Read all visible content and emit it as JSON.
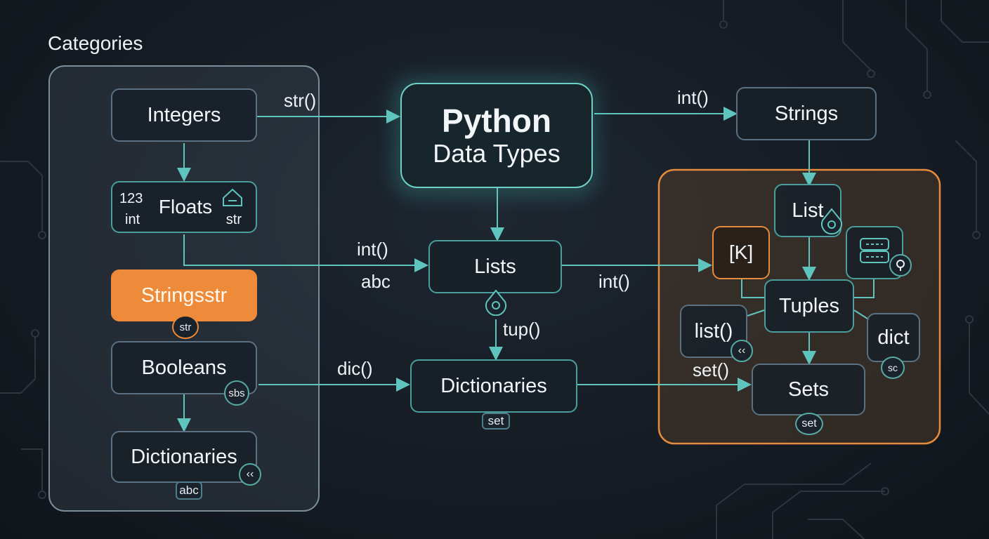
{
  "categories_title": "Categories",
  "center": {
    "line1": "Python",
    "line2": "Data Types"
  },
  "left_nodes": {
    "integers": "Integers",
    "floats": "Floats",
    "floats_num": "123",
    "floats_int": "int",
    "floats_str": "str",
    "strings": "Stringsstr",
    "strings_badge": "str",
    "booleans": "Booleans",
    "booleans_badge": "sbs",
    "dictionaries": "Dictionaries",
    "dictionaries_badge": "abc",
    "dictionaries_icon": "‹‹"
  },
  "middle_nodes": {
    "lists": "Lists",
    "dictionaries": "Dictionaries",
    "dictionaries_badge": "set"
  },
  "right_top": {
    "strings": "Strings"
  },
  "right_group": {
    "list": "List",
    "bracket": "[K]",
    "tuples": "Tuples",
    "list_fn": "list()",
    "list_fn_icon": "‹‹",
    "dict": "dict",
    "dict_badge": "sc",
    "sets": "Sets",
    "sets_badge": "set"
  },
  "edge_labels": {
    "str_fn": "str()",
    "int_fn_top": "int()",
    "int_fn_mid": "int()",
    "abc": "abc",
    "int_fn_right": "int()",
    "tup_fn": "tup()",
    "dic_fn": "dic()",
    "set_fn": "set()"
  },
  "colors": {
    "teal": "#5fc4bd",
    "orange": "#ee8b3a",
    "slate_border": "#5b7181",
    "background": "#161c24"
  }
}
